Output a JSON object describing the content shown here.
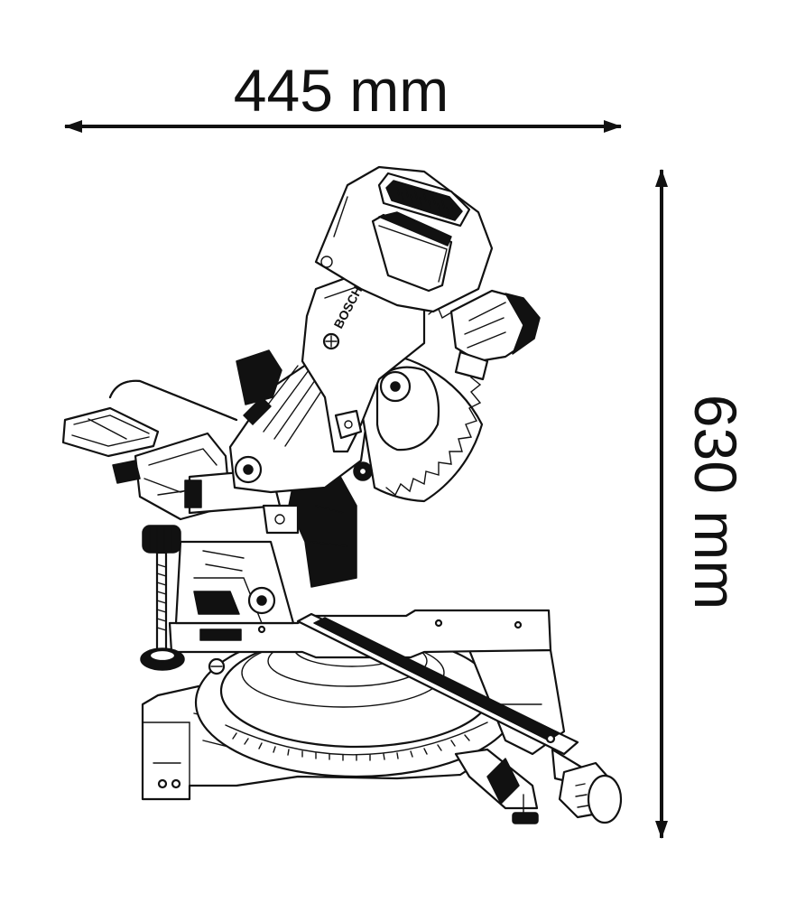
{
  "dimensions": {
    "width_label": "445 mm",
    "height_label": "630 mm"
  },
  "brand": {
    "logo_text": "BOSCH"
  },
  "colors": {
    "line": "#111111",
    "background": "#ffffff"
  }
}
